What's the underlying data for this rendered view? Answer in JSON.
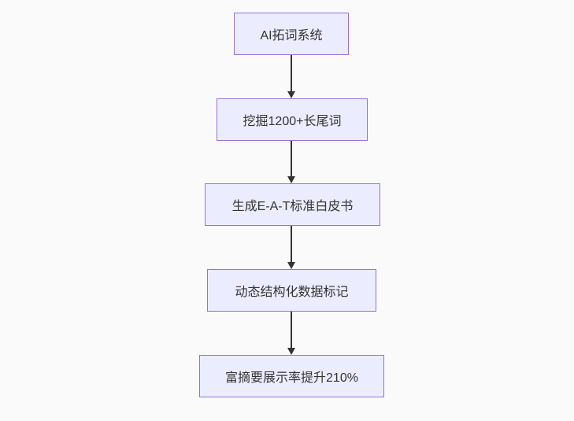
{
  "diagram": {
    "type": "flowchart",
    "direction": "top-down",
    "background": "#fafafa",
    "node_style": {
      "fill": "#ececff",
      "border": "#9370db",
      "text_color": "#333333"
    },
    "edge_style": {
      "color": "#333333",
      "arrowhead": "solid-triangle-down"
    },
    "nodes": [
      {
        "id": "A",
        "label": "AI拓词系统"
      },
      {
        "id": "B",
        "label": "挖掘1200+长尾词"
      },
      {
        "id": "C",
        "label": "生成E-A-T标准白皮书"
      },
      {
        "id": "D",
        "label": "动态结构化数据标记"
      },
      {
        "id": "E",
        "label": "富摘要展示率提升210%"
      }
    ],
    "edges": [
      {
        "from": "A",
        "to": "B",
        "label": ""
      },
      {
        "from": "B",
        "to": "C",
        "label": ""
      },
      {
        "from": "C",
        "to": "D",
        "label": ""
      },
      {
        "from": "D",
        "to": "E",
        "label": ""
      }
    ]
  }
}
